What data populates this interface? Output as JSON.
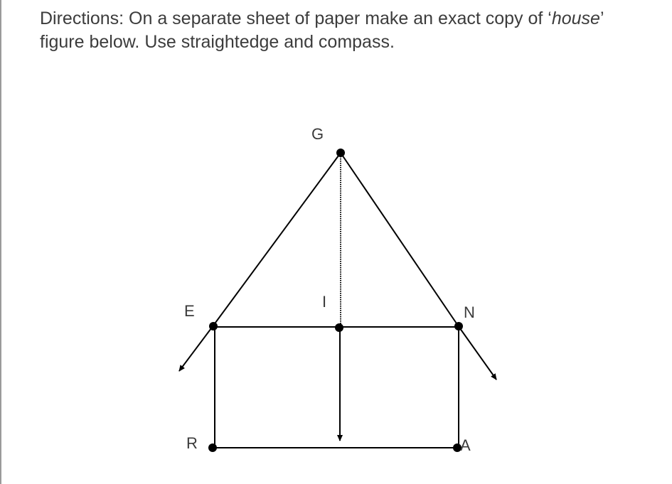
{
  "directions": {
    "part1": "Directions: On a separate sheet of paper make an exact copy of ‘",
    "emphasis": "house",
    "part2": "’ figure below. Use straightedge and compass."
  },
  "figure": {
    "labels": {
      "G": "G",
      "E": "E",
      "I": "I",
      "N": "N",
      "R": "R",
      "A": "A"
    }
  }
}
